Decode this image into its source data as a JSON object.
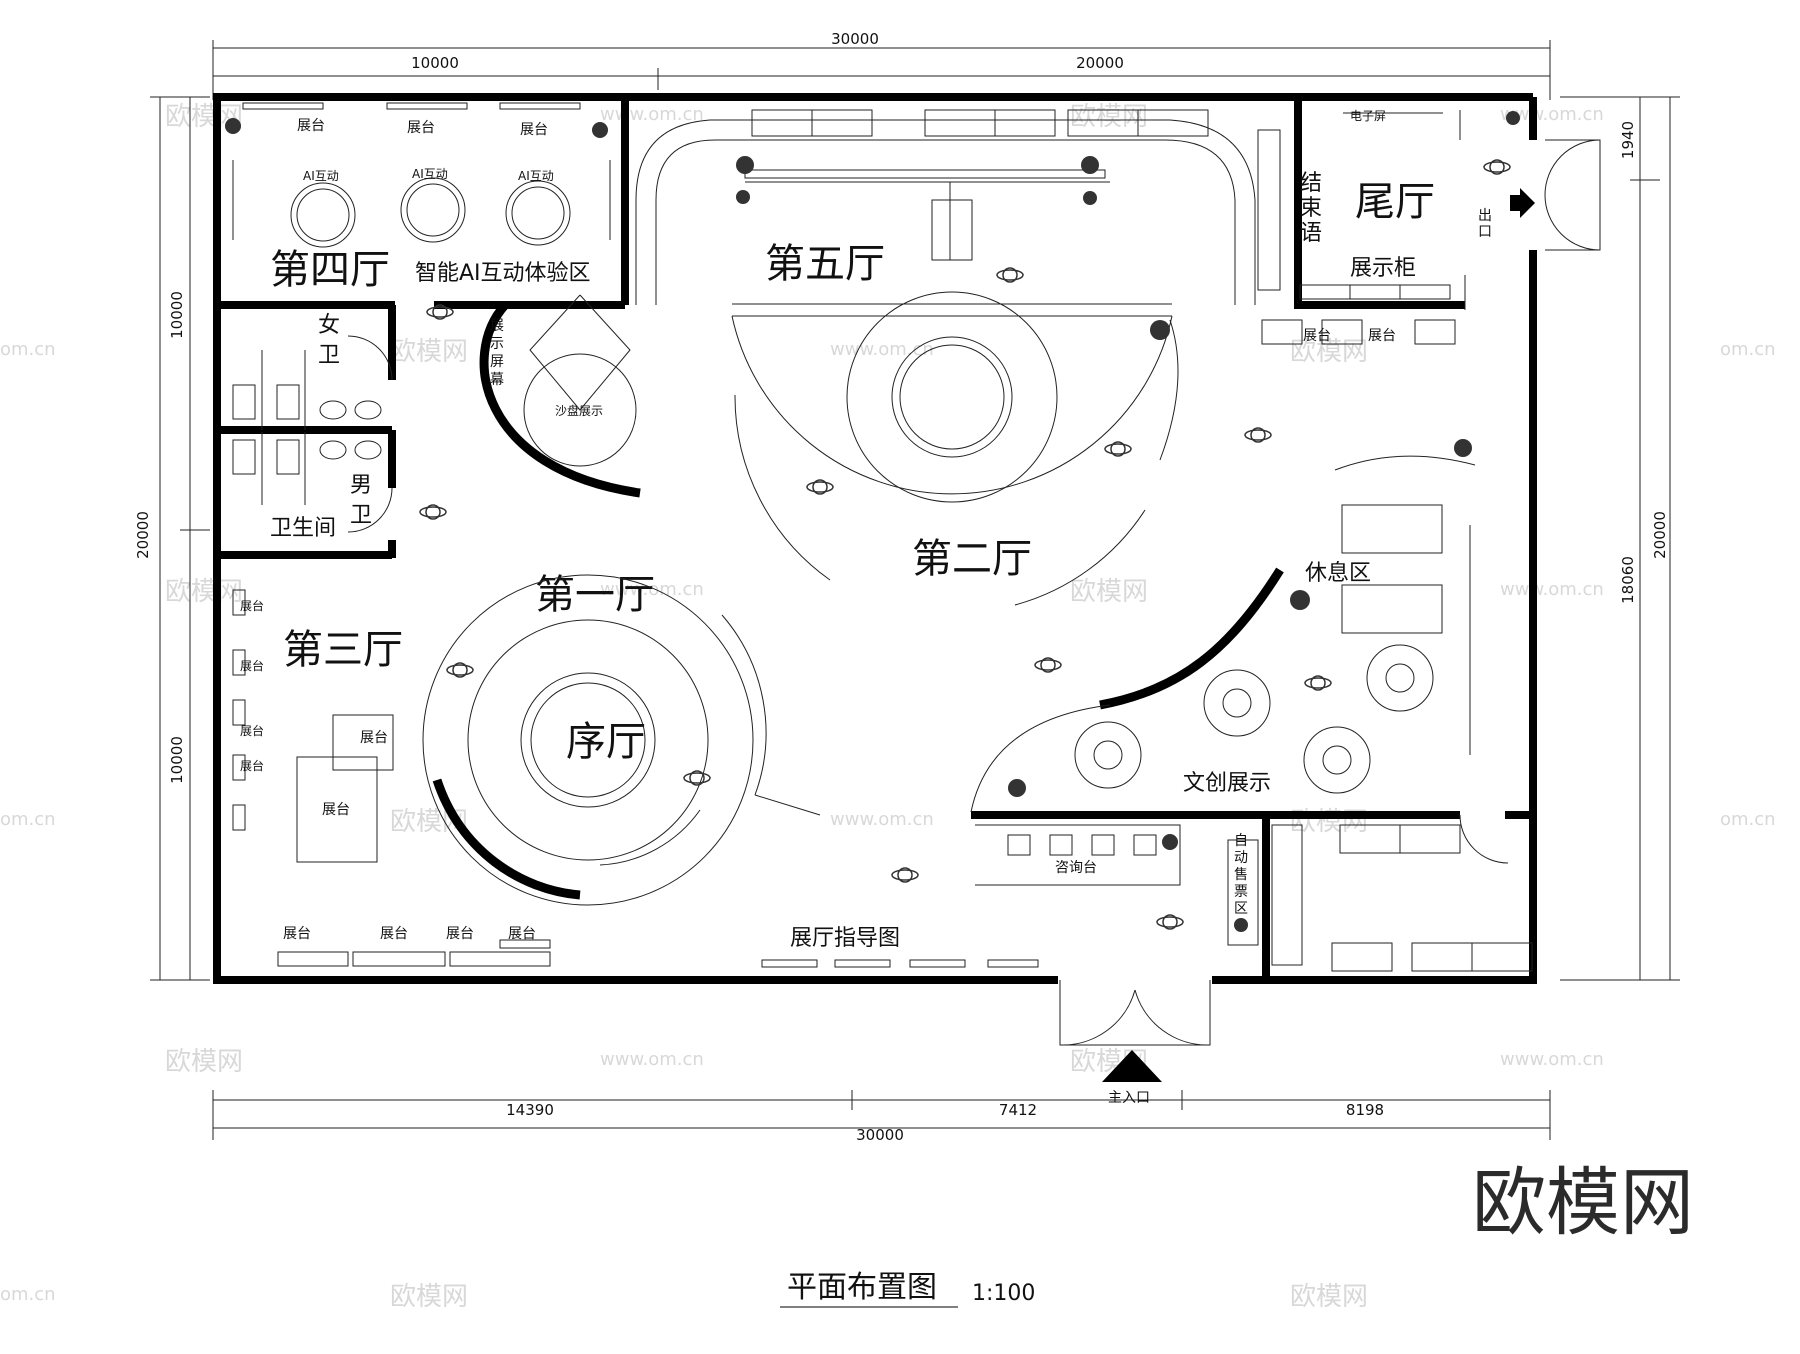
{
  "dimensions": {
    "top_total": "30000",
    "top_left": "10000",
    "top_right": "20000",
    "bottom_a": "14390",
    "bottom_b": "7412",
    "bottom_c": "8198",
    "bottom_total": "30000",
    "left_total": "20000",
    "left_upper": "10000",
    "left_lower": "10000",
    "right_total": "20000",
    "right_upper": "1940",
    "right_lower": "18060"
  },
  "halls": {
    "hall1": "第一厅",
    "hall2": "第二厅",
    "hall3": "第三厅",
    "hall4": "第四厅",
    "hall5": "第五厅",
    "tail": "尾厅",
    "prelude": "序厅"
  },
  "areas": {
    "ai_zone": "智能AI互动体验区",
    "ai_station": "AI互动",
    "booth": "展台",
    "women_wc": "女卫",
    "men_wc": "男卫",
    "restroom": "卫生间",
    "screen": "展示屏幕",
    "sand_table": "沙盘展示",
    "rest_area": "休息区",
    "creative": "文创展示",
    "info_desk": "咨询台",
    "ticket": "自动售票区",
    "guide_map": "展厅指导图",
    "epilogue": "结束语",
    "cabinet": "展示柜",
    "exit": "出口",
    "main_entrance": "主入口",
    "e_screen": "电子屏"
  },
  "caption": {
    "title": "平面布置图",
    "scale": "1:100"
  },
  "watermark": {
    "brand": "欧模网",
    "url": "www.om.cn",
    "url_short": "om.cn"
  }
}
